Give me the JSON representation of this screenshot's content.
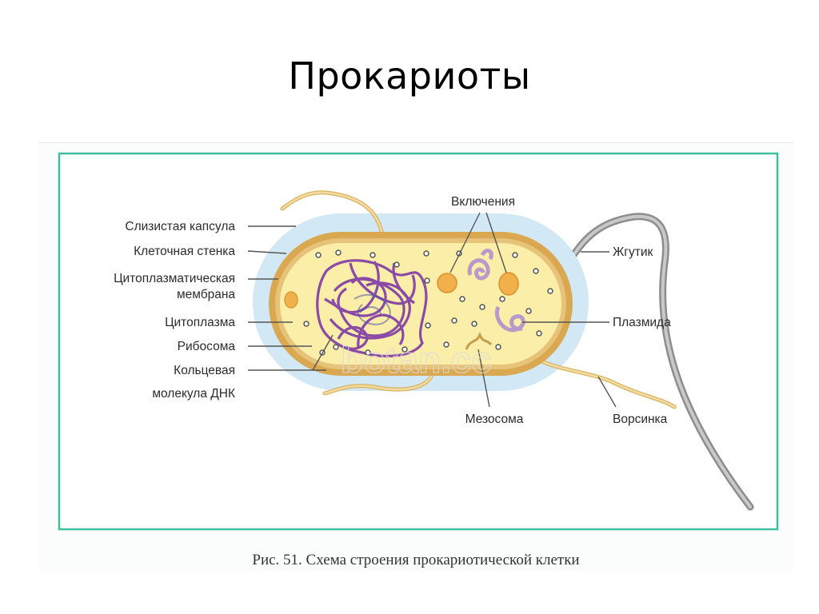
{
  "slide": {
    "title": "Прокариоты"
  },
  "figure": {
    "labels": {
      "capsule": "Слизистая капсула",
      "cell_wall": "Клеточная стенка",
      "membrane_line1": "Цитоплазматическая",
      "membrane_line2": "мембрана",
      "cytoplasm": "Цитоплазма",
      "ribosome": "Рибосома",
      "dna_line1": "Кольцевая",
      "dna_line2": "молекула ДНК",
      "inclusions": "Включения",
      "flagellum": "Жгутик",
      "plasmid": "Плазмида",
      "mesosome": "Мезосома",
      "pilus": "Ворсинка"
    },
    "watermark": "botan.cc",
    "caption": "Рис. 51. Схема строения прокариотической клетки",
    "colors": {
      "frame_border": "#3fbf9f",
      "capsule": "#cfe6f4",
      "cell_wall": "#d9a850",
      "cytoplasm": "#fbeea9",
      "dna": "#8a4aa6",
      "inclusion": "#f2b04a",
      "flagellum": "#9a9a9a",
      "pilus": "#e8c98a"
    }
  }
}
